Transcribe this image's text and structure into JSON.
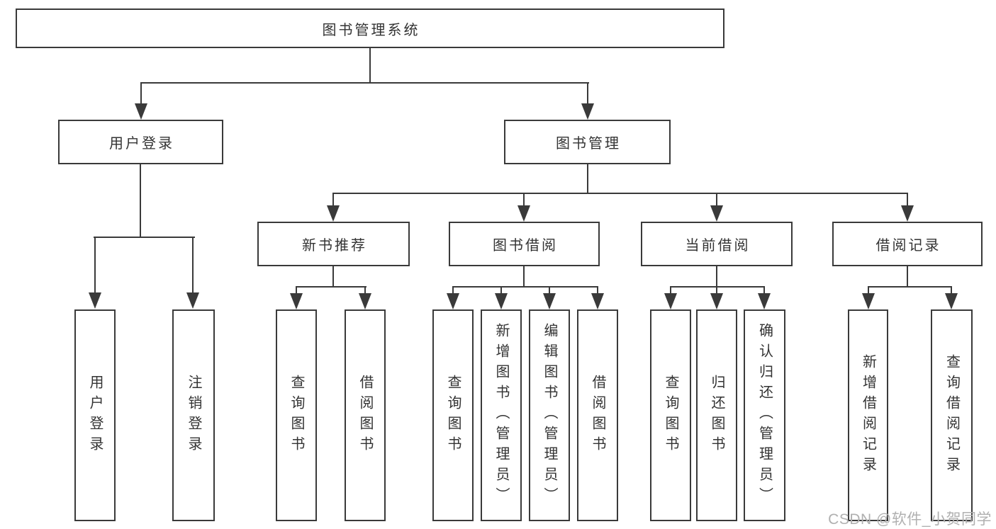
{
  "nodes": {
    "root": "图书管理系统",
    "user_login": "用户登录",
    "book_management": "图书管理",
    "new_book_rec": "新书推荐",
    "book_borrow": "图书借阅",
    "current_borrow": "当前借阅",
    "borrow_records": "借阅记录"
  },
  "leaves": {
    "login": [
      "用户登录",
      "注销登录"
    ],
    "new_books": [
      "查询图书",
      "借阅图书"
    ],
    "borrowing": [
      "查询图书",
      "新增图书（管理员）",
      "编辑图书（管理员）",
      "借阅图书"
    ],
    "current": [
      "查询图书",
      "归还图书",
      "确认归还（管理员）"
    ],
    "records": [
      "新增借阅记录",
      "查询借阅记录"
    ]
  },
  "watermark": "CSDN @软件_小贺同学",
  "colors": {
    "line": "#3a3a3a",
    "text": "#333333",
    "watermark": "#b0b0b0",
    "background": "#ffffff"
  }
}
